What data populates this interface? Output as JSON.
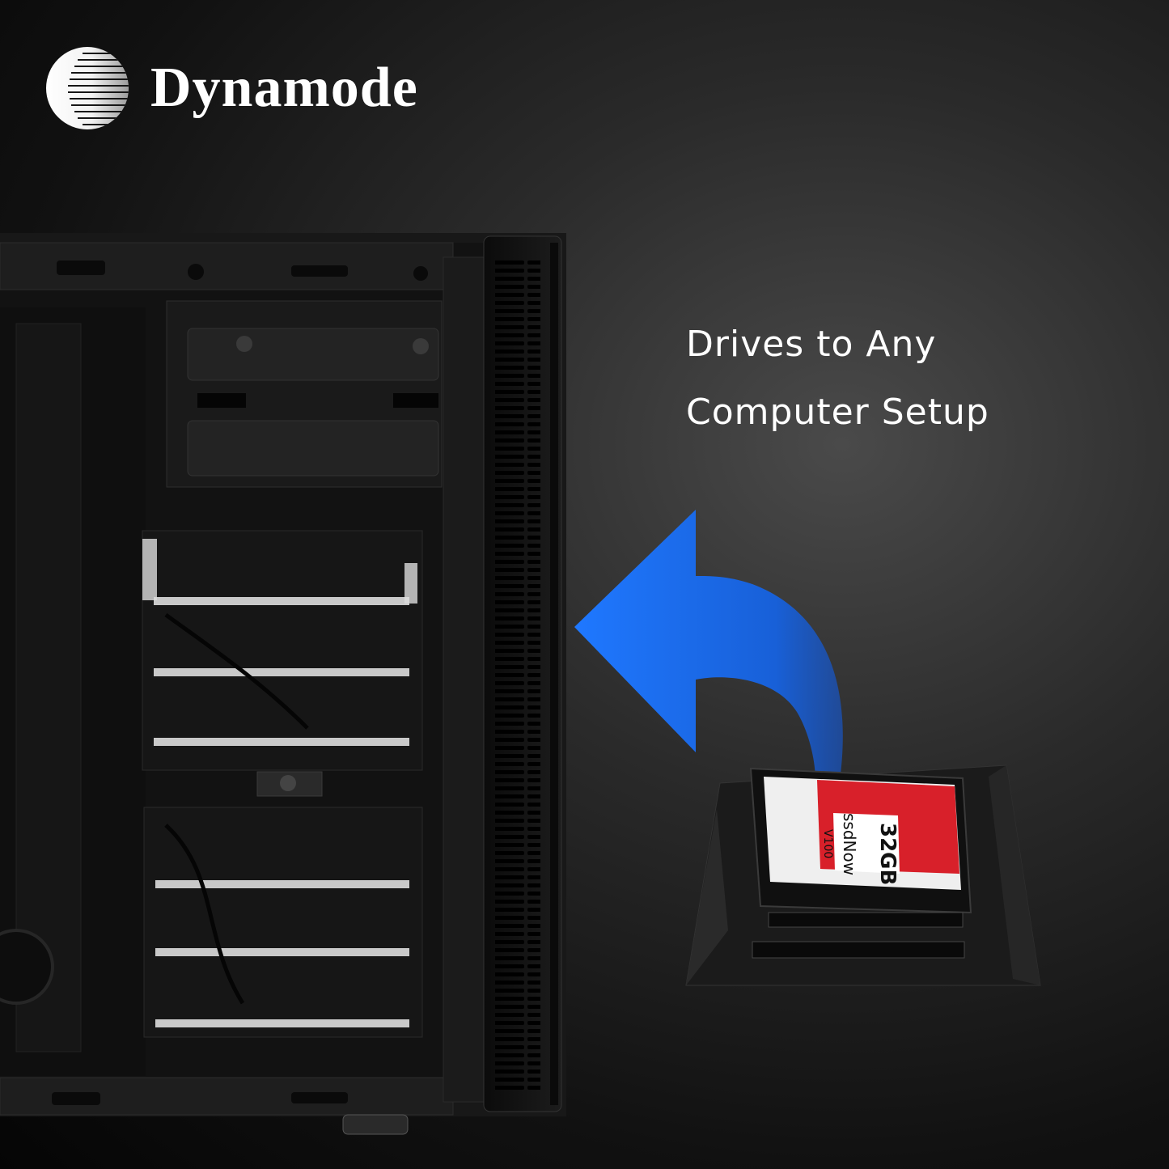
{
  "brand": {
    "name": "Dynamode",
    "logo_icon": "striped-globe-icon"
  },
  "caption": {
    "line1": "Drives to Any",
    "line2": "Computer Setup"
  },
  "ssd": {
    "capacity_label": "32GB",
    "brand_label": "ssdNow",
    "model_label": "V100"
  },
  "colors": {
    "arrow": "#1f78ff",
    "ssd_red": "#d8202a",
    "background": "#1a1a1a"
  }
}
